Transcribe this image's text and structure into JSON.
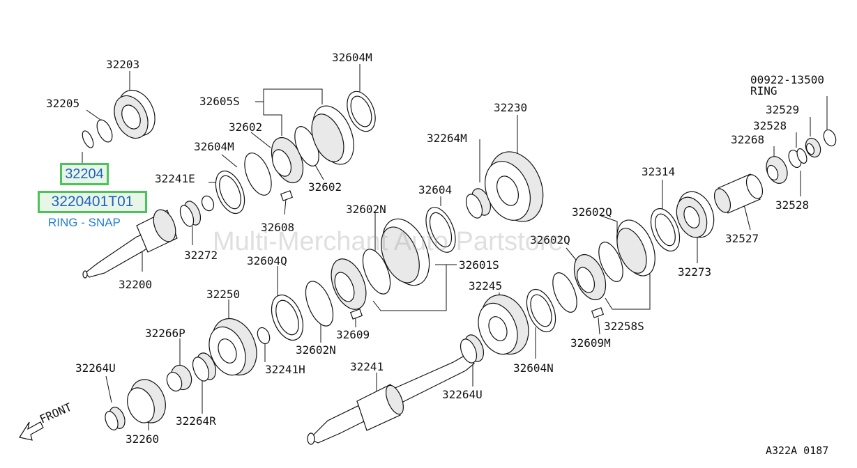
{
  "part_labels": {
    "p32203": "32203",
    "p32205": "32205",
    "p32604M_top": "32604M",
    "p32605S": "32605S",
    "p32602_a": "32602",
    "p32604M_left": "32604M",
    "p32602_b": "32602",
    "p32241E": "32241E",
    "p32608": "32608",
    "p32272": "32272",
    "p32200": "32200",
    "p32230": "32230",
    "p32264M": "32264M",
    "p32604": "32604",
    "p32602N_a": "32602N",
    "p32604Q": "32604Q",
    "p32601S": "32601S",
    "p32609": "32609",
    "p32602N_b": "32602N",
    "p32250": "32250",
    "p32266P": "32266P",
    "p32241H": "32241H",
    "p32264U_left": "32264U",
    "p32260": "32260",
    "p32264R": "32264R",
    "p32241": "32241",
    "p32264U_right": "32264U",
    "p32245": "32245",
    "p32604N": "32604N",
    "p32602Q_a": "32602Q",
    "p32602Q_b": "32602Q",
    "p32258S": "32258S",
    "p32609M": "32609M",
    "p32314": "32314",
    "p32273": "32273",
    "p32527": "32527",
    "p32268": "32268",
    "p32528_a": "32528",
    "p32528_b": "32528",
    "p32529": "32529",
    "p00922": "00922-13500",
    "ring": "RING",
    "front": "FRONT"
  },
  "highlight": {
    "part_number": "32204",
    "full_code": "3220401T01",
    "description": "RING - SNAP"
  },
  "watermark": "Multi-Merchant Auto Partstore",
  "figure_code": "A322A 0187",
  "colors": {
    "highlight_border": "#4cc35a",
    "highlight_text": "#1f5fc2",
    "description_text": "#1f7fd6"
  }
}
